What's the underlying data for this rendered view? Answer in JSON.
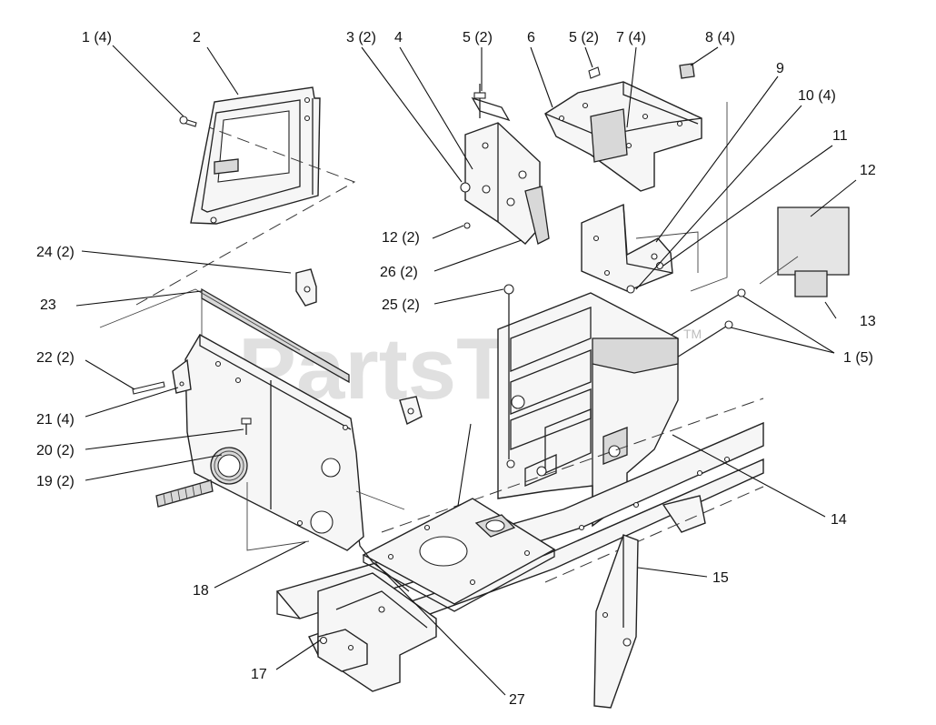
{
  "watermark": {
    "text": "PartsTree",
    "trademark": "TM"
  },
  "callouts": [
    {
      "id": "c1-4",
      "text": "1 (4)"
    },
    {
      "id": "c2",
      "text": "2"
    },
    {
      "id": "c3-2",
      "text": "3 (2)"
    },
    {
      "id": "c4",
      "text": "4"
    },
    {
      "id": "c5-2a",
      "text": "5 (2)"
    },
    {
      "id": "c6",
      "text": "6"
    },
    {
      "id": "c5-2b",
      "text": "5 (2)"
    },
    {
      "id": "c7-4",
      "text": "7 (4)"
    },
    {
      "id": "c8-4",
      "text": "8 (4)"
    },
    {
      "id": "c9",
      "text": "9"
    },
    {
      "id": "c10-4",
      "text": "10 (4)"
    },
    {
      "id": "c11",
      "text": "11"
    },
    {
      "id": "c12",
      "text": "12"
    },
    {
      "id": "c12-2",
      "text": "12 (2)"
    },
    {
      "id": "c26-2",
      "text": "26 (2)"
    },
    {
      "id": "c25-2",
      "text": "25 (2)"
    },
    {
      "id": "c24-2",
      "text": "24 (2)"
    },
    {
      "id": "c23",
      "text": "23"
    },
    {
      "id": "c13",
      "text": "13"
    },
    {
      "id": "c1-5",
      "text": "1 (5)"
    },
    {
      "id": "c22-2",
      "text": "22 (2)"
    },
    {
      "id": "c21-4",
      "text": "21 (4)"
    },
    {
      "id": "c20-2",
      "text": "20 (2)"
    },
    {
      "id": "c19-2",
      "text": "19 (2)"
    },
    {
      "id": "c14",
      "text": "14"
    },
    {
      "id": "c15",
      "text": "15"
    },
    {
      "id": "c18",
      "text": "18"
    },
    {
      "id": "c17",
      "text": "17"
    },
    {
      "id": "c27",
      "text": "27"
    }
  ]
}
